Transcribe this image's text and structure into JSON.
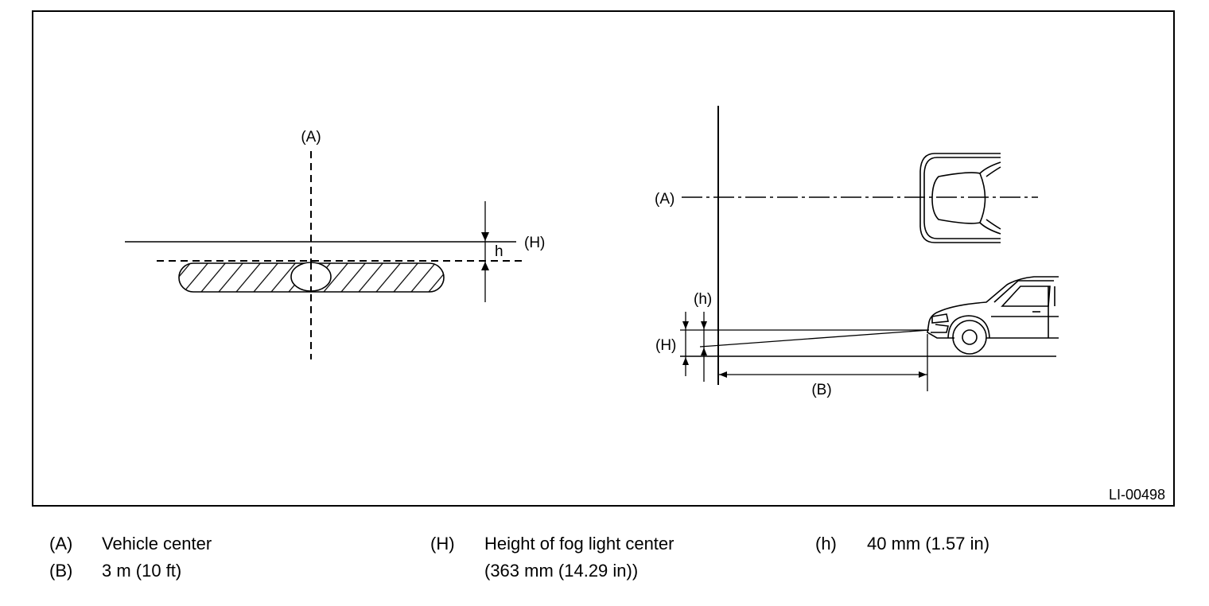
{
  "figure": {
    "id": "LI-00498",
    "left_view": {
      "label_a": "(A)",
      "label_h_upper": "(H)",
      "label_h_lower": "h"
    },
    "right_view": {
      "label_a": "(A)",
      "label_h_lower": "(h)",
      "label_h_upper": "(H)",
      "label_b": "(B)"
    }
  },
  "legend": [
    {
      "key": "(A)",
      "text": "Vehicle center"
    },
    {
      "key": "(B)",
      "text": "3 m (10 ft)"
    },
    {
      "key": "(H)",
      "text": "Height of fog light center",
      "text2": "(363 mm (14.29 in))"
    },
    {
      "key": "(h)",
      "text": "40 mm (1.57 in)"
    }
  ]
}
